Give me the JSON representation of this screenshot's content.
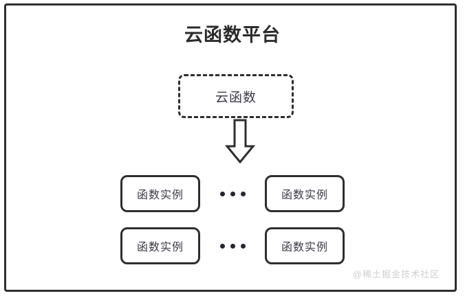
{
  "diagram": {
    "title": "云函数平台",
    "cloud_function": {
      "label": "云函数",
      "style": "dashed-rounded-box"
    },
    "arrow": {
      "name": "down-block-arrow",
      "direction": "down"
    },
    "rows": [
      {
        "left_instance": "函数实例",
        "separator": "...",
        "right_instance": "函数实例"
      },
      {
        "left_instance": "函数实例",
        "separator": "...",
        "right_instance": "函数实例"
      }
    ],
    "watermark": "@稀土掘金技术社区",
    "colors": {
      "stroke": "#2e2e2e",
      "text": "#3a3a46",
      "title": "#2b2b2b",
      "background": "#ffffff",
      "watermark": "#cfcfcf",
      "dot": "#22262e"
    }
  }
}
